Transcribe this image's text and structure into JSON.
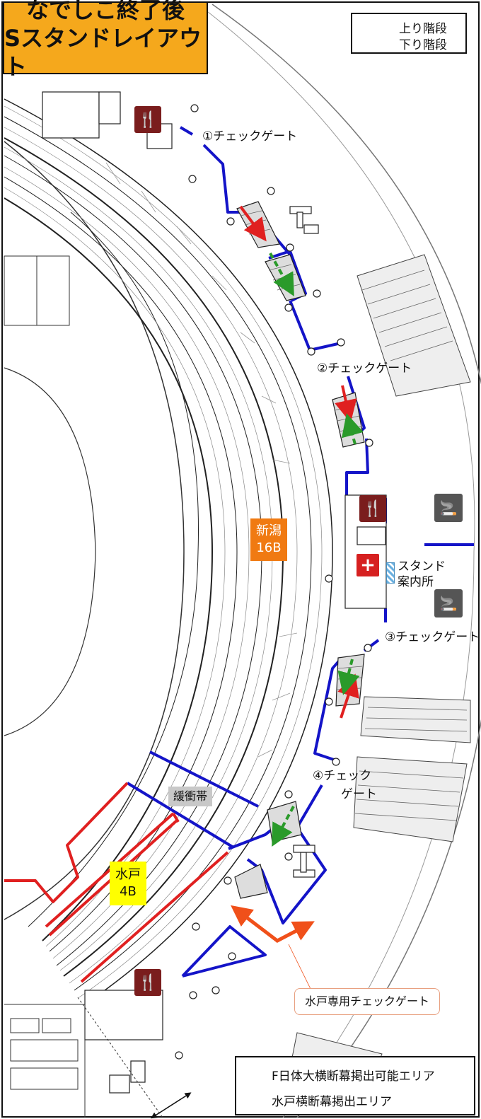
{
  "title": {
    "line1": "なでしこ終了後",
    "line2": "Sスタンドレイアウト"
  },
  "legend_top": {
    "up_label": "上り階段",
    "down_label": "下り階段",
    "up_color": "#e02020",
    "down_color": "#2a9a2a"
  },
  "gates": {
    "g1": "①チェックゲート",
    "g2": "②チェックゲート",
    "g3": "③チェックゲート",
    "g4_line1": "④チェック",
    "g4_line2": "ゲート"
  },
  "info_desk": {
    "line1": "スタンド",
    "line2": "案内所"
  },
  "blocks": {
    "niigata": {
      "line1": "新潟",
      "line2": "16B",
      "color": "#f07a12"
    },
    "mito": {
      "line1": "水戸",
      "line2": "4B",
      "color": "#ffff00"
    },
    "buffer": {
      "label": "緩衝帯",
      "color": "#c8c8c8"
    }
  },
  "mito_gate_callout": "水戸専用チェックゲート",
  "legend_bottom": {
    "green_label": "F日体大横断幕掲出可能エリア",
    "red_label": "水戸横断幕掲出エリア",
    "green_color": "#22c022",
    "red_color": "#e02020"
  },
  "icons": {
    "restaurant": "fork-knife-icon",
    "smoking": "smoking-icon",
    "first_aid": "first-aid-cross-icon"
  },
  "colors": {
    "path": "#1414c8",
    "banner_red": "#e02020",
    "banner_green": "#22c022",
    "arrow_orange": "#f0501a"
  }
}
